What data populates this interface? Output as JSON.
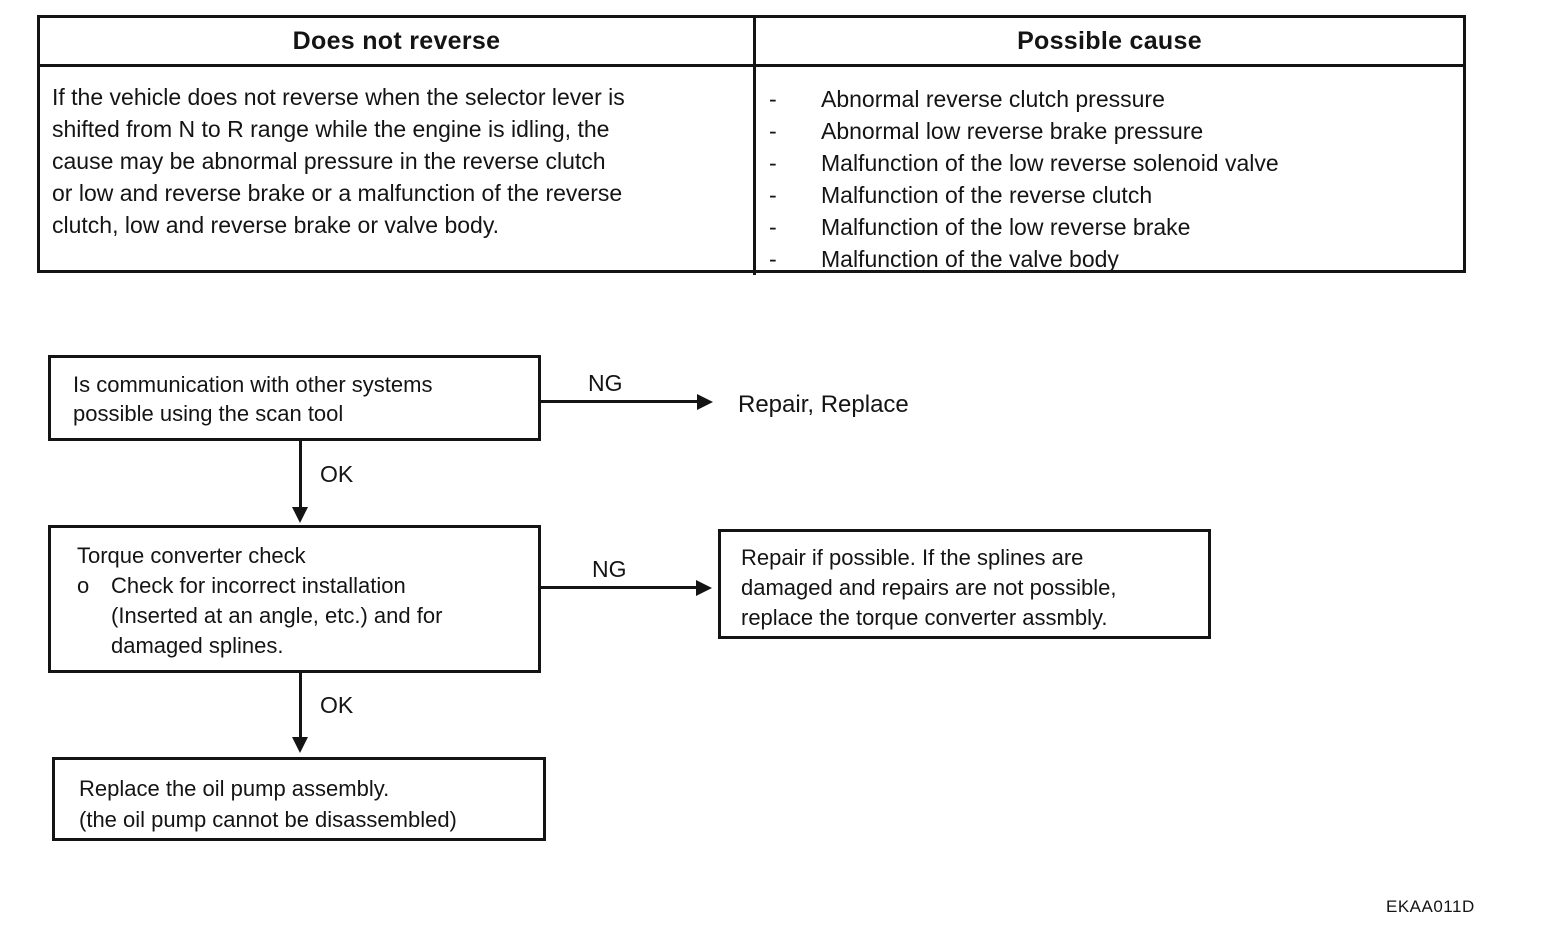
{
  "colors": {
    "ink": "#141414",
    "background": "#ffffff"
  },
  "table": {
    "headers": {
      "symptom": "Does not reverse",
      "cause": "Possible cause"
    },
    "symptom_lines": [
      "If the vehicle does not reverse when the selector lever is",
      "shifted from N to R range while the engine is idling, the",
      "cause may be abnormal pressure in the reverse clutch",
      "or low and reverse brake or a malfunction of the reverse",
      "clutch, low and reverse brake or valve body."
    ],
    "bullet": "-",
    "causes": [
      "Abnormal reverse clutch pressure",
      "Abnormal low reverse brake pressure",
      "Malfunction of the low reverse solenoid valve",
      "Malfunction of the reverse clutch",
      "Malfunction of the low reverse brake",
      "Malfunction of the valve body"
    ]
  },
  "flowchart": {
    "step1": {
      "lines": [
        "Is communication with other systems",
        "possible using the scan tool"
      ]
    },
    "branch1": {
      "label": "NG",
      "result": "Repair, Replace"
    },
    "ok1": "OK",
    "step2": {
      "title": "Torque converter check",
      "item_marker": "o",
      "item": "Check for incorrect installation",
      "item_cont": [
        "(Inserted at an angle, etc.) and for",
        "damaged splines."
      ]
    },
    "branch2": {
      "label": "NG",
      "result_lines": [
        "Repair if possible. If the splines are",
        "damaged and repairs are not possible,",
        "replace the torque converter assmbly."
      ]
    },
    "ok2": "OK",
    "step3": {
      "lines": [
        "Replace the oil pump assembly.",
        "(the oil pump cannot be disassembled)"
      ]
    }
  },
  "figure_code": "EKAA011D"
}
